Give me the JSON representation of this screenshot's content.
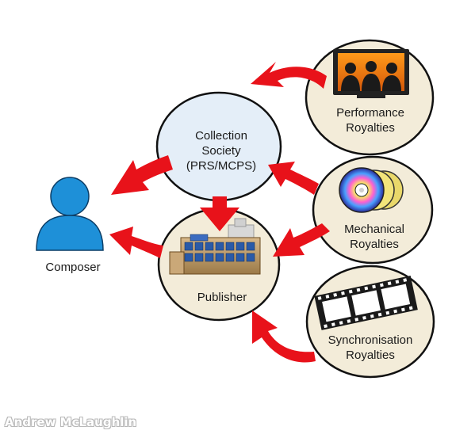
{
  "nodes": {
    "composer": {
      "label": "Composer"
    },
    "collection_society": {
      "line1": "Collection",
      "line2": "Society",
      "line3": "(PRS/MCPS)"
    },
    "publisher": {
      "label": "Publisher"
    },
    "performance": {
      "line1": "Performance",
      "line2": "Royalties",
      "icon": "theatre-audience-icon"
    },
    "mechanical": {
      "line1": "Mechanical",
      "line2": "Royalties",
      "icon": "discs-icon"
    },
    "synchronisation": {
      "line1": "Synchronisation",
      "line2": "Royalties",
      "icon": "film-strip-icon"
    }
  },
  "colors": {
    "arrow": "#e8121a",
    "society_fill": "#e4eef8",
    "royalty_fill": "#f3ecd9",
    "composer_fill": "#1e90d8"
  },
  "credit": "Andrew McLaughlin"
}
